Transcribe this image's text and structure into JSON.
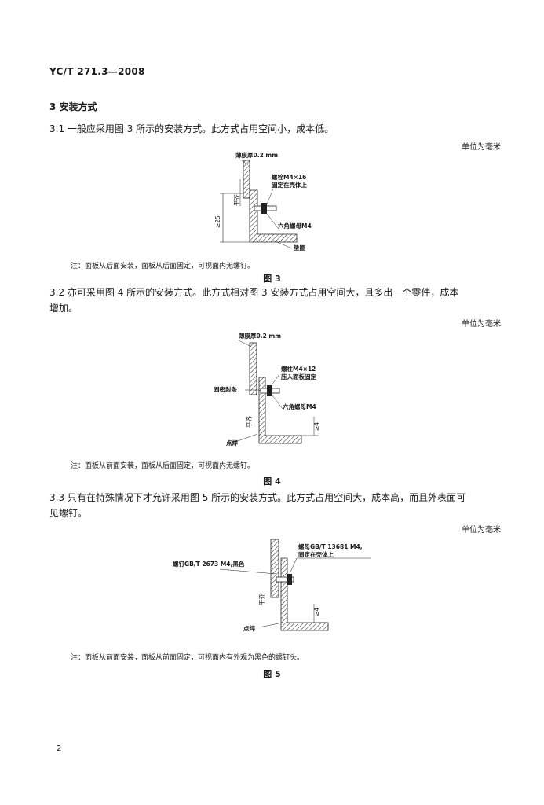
{
  "header": {
    "code": "YC/T 271.3—2008"
  },
  "section": {
    "title": "3  安装方式"
  },
  "s31": {
    "text": "3.1  一般应采用图 3 所示的安装方式。此方式占用空间小，成本低。",
    "unit": "单位为毫米",
    "fig": {
      "film": "薄膜厚0.2 mm",
      "bolt1": "螺栓M4×16",
      "bolt2": "固定在壳体上",
      "nut": "六角螺母M4",
      "washer": "垫圈",
      "flush": "平齐",
      "dim": "≥25"
    },
    "note": "注：面板从后面安装，面板从后面固定，可视面内无螺钉。",
    "caption": "图 3"
  },
  "s32": {
    "text1": "3.2  亦可采用图 4 所示的安装方式。此方式相对图 3 安装方式占用空间大，且多出一个零件，成本",
    "text2": "增加。",
    "unit": "单位为毫米",
    "fig": {
      "film": "薄膜厚0.2 mm",
      "stud1": "螺柱M4×12",
      "stud2": "压入面板固定",
      "seal": "固密封条",
      "nut": "六角螺母M4",
      "flush": "平齐",
      "weld": "点焊",
      "dim": "≥4"
    },
    "note": "注：面板从前面安装，面板从后面固定，可视面内无螺钉。",
    "caption": "图 4"
  },
  "s33": {
    "text1": "3.3  只有在特殊情况下才允许采用图 5 所示的安装方式。此方式占用空间大，成本高，而且外表面可",
    "text2": "见螺钉。",
    "unit": "单位为毫米",
    "fig": {
      "nut1": "螺母GB/T 13681  M4,",
      "nut2": "固定在壳体上",
      "screw": "螺钉GB/T 2673  M4,黑色",
      "flush": "平齐",
      "weld": "点焊",
      "dim": "≥4"
    },
    "note": "注：面板从前面安装，面板从前面固定，可视面内有外观为黑色的螺钉头。",
    "caption": "图 5"
  },
  "page": {
    "number": "2"
  }
}
